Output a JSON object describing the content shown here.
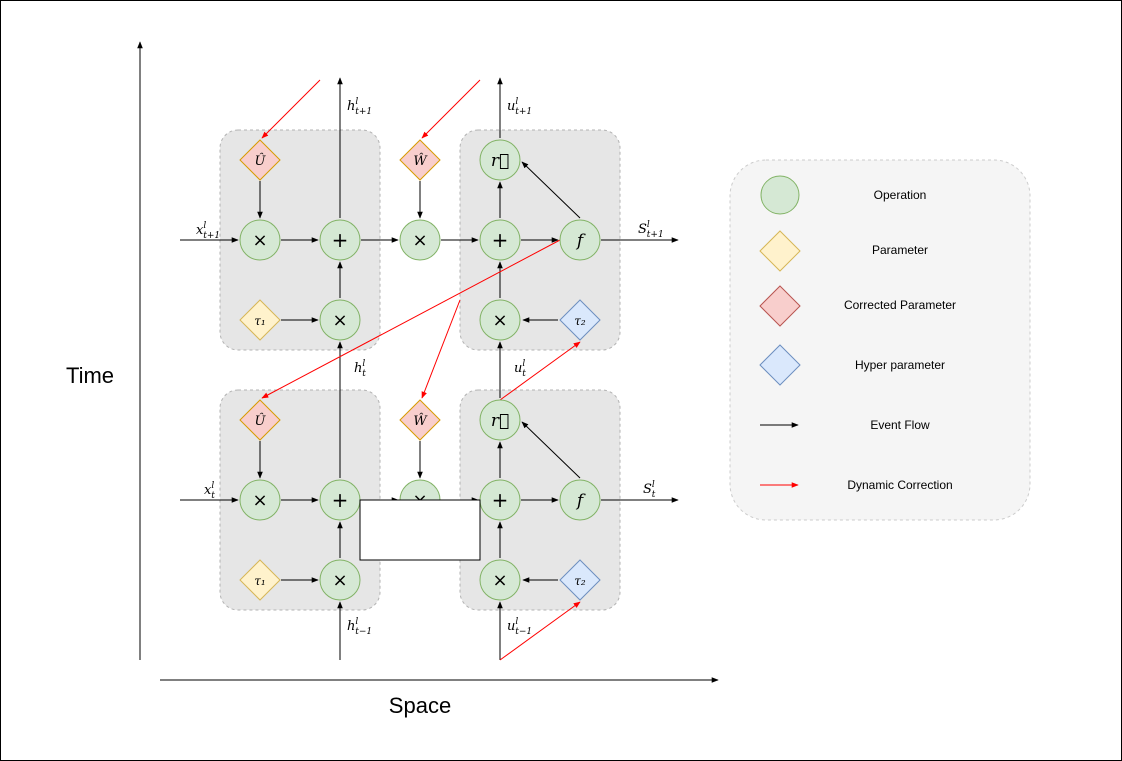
{
  "axes": {
    "time": "Time",
    "space": "Space"
  },
  "legend": {
    "items": [
      {
        "shape": "circle",
        "label": "Operation"
      },
      {
        "shape": "diamond-yellow",
        "label": "Parameter"
      },
      {
        "shape": "diamond-red",
        "label": "Corrected Parameter"
      },
      {
        "shape": "diamond-blue",
        "label": "Hyper parameter"
      },
      {
        "shape": "arrow-black",
        "label": "Event Flow"
      },
      {
        "shape": "arrow-red",
        "label": "Dynamic Correction"
      }
    ]
  },
  "nodes": {
    "multiply": "×",
    "add": "+",
    "reset": "r⃗",
    "fire": "f",
    "U_hat": "Û",
    "W_hat": "Ŵ",
    "tau1": "τ₁",
    "tau2": "τ₂"
  },
  "signals": {
    "x_t1": "x",
    "x_t1_sup": "l",
    "x_t1_sub": "t+1",
    "x_t": "x",
    "x_t_sup": "l",
    "x_t_sub": "t",
    "h_t1": "h",
    "h_t1_sup": "l",
    "h_t1_sub": "t+1",
    "h_t": "h",
    "h_t_sup": "l",
    "h_t_sub": "t",
    "h_tm1": "h",
    "h_tm1_sup": "l",
    "h_tm1_sub": "t−1",
    "u_t1": "u",
    "u_t1_sup": "l",
    "u_t1_sub": "t+1",
    "u_t": "u",
    "u_t_sup": "l",
    "u_t_sub": "t",
    "u_tm1": "u",
    "u_tm1_sup": "l",
    "u_tm1_sub": "t−1",
    "S_t1": "S",
    "S_t1_sup": "l",
    "S_t1_sub": "t+1",
    "S_t": "S",
    "S_t_sup": "l",
    "S_t_sub": "t"
  },
  "colors": {
    "operation_fill": "#d5e8d4",
    "operation_stroke": "#82b366",
    "parameter_fill": "#fff2cc",
    "parameter_stroke": "#d6b656",
    "corrected_fill": "#f8cecc",
    "corrected_stroke": "#d79b00",
    "hyper_fill": "#dae8fc",
    "hyper_stroke": "#6c8ebf",
    "group_fill": "#e6e6e6",
    "correction_arrow": "#ff0000"
  }
}
